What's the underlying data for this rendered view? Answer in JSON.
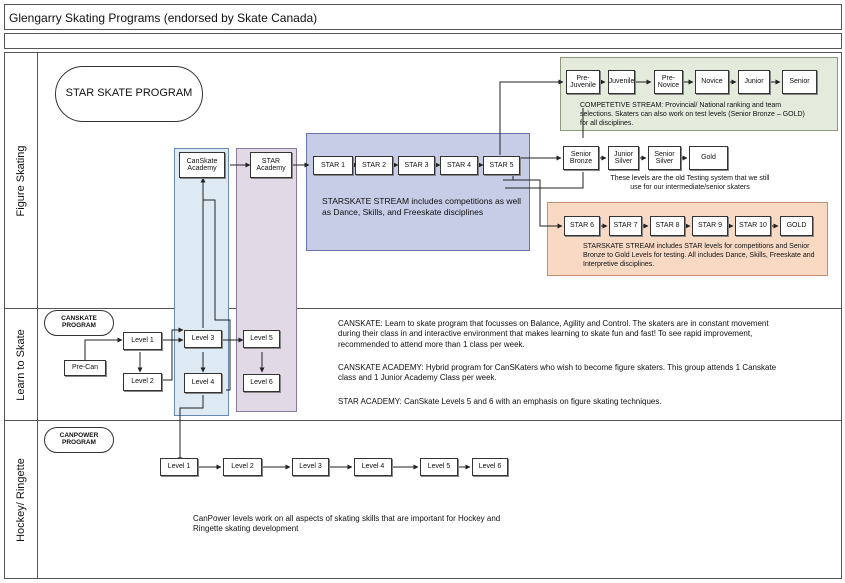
{
  "title": "Glengarry Skating Programs (endorsed by Skate Canada)",
  "lanes": {
    "figure": "Figure Skating",
    "learn": "Learn to Skate",
    "hockey": "Hockey/ Ringette"
  },
  "star_program": "STAR SKATE PROGRAM",
  "canskate_program": "CANSKATE PROGRAM",
  "canpower_program": "CANPOWER PROGRAM",
  "canskate_academy": "CanSkate Academy",
  "star_academy": "STAR Academy",
  "star_levels": [
    "STAR 1",
    "STAR 2",
    "STAR 3",
    "STAR 4",
    "STAR 5"
  ],
  "starskate_note": "STARSKATE STREAM includes competitions as well as Dance, Skills, and Freeskate disciplines",
  "competitive": [
    "Pre-Juvenile",
    "Juvenile",
    "Pre-Novice",
    "Novice",
    "Junior",
    "Senior"
  ],
  "competitive_note": "COMPETETIVE STREAM: Provincial/ National ranking and team selections. Skaters can also work on test levels (Senior Bronze – GOLD) for all disciplines.",
  "old_tests": [
    "Senior Bronze",
    "Junior Silver",
    "Senior Silver",
    "Gold"
  ],
  "old_tests_note": "These levels are the old Testing system that we still use for our intermediate/senior skaters",
  "star_upper": [
    "STAR 6",
    "STAR 7",
    "STAR 8",
    "STAR 9",
    "STAR 10",
    "GOLD"
  ],
  "star_upper_note": "STARSKATE STREAM includes STAR levels for competitions and Senior Bronze to Gold Levels for testing. All includes Dance, Skills, Freeskate and Interpretive disciplines.",
  "canskate": {
    "precan": "Pre-Can",
    "level1": "Level 1",
    "level2": "Level 2",
    "level3": "Level 3",
    "level4": "Level 4",
    "level5": "Level 5",
    "level6": "Level 6"
  },
  "learn_notes": {
    "canskate": "CANSKATE: Learn to skate program that focusses on Balance, Agility and Control. The skaters are in constant movement during their class in and interactive environment that makes learning to skate fun and fast! To see rapid improvement, recommended to attend more than 1 class per week.",
    "academy": "CANSKATE ACADEMY: Hybrid program for CanSKaters who wish to become figure skaters. This group attends 1 Canskate class and 1 Junior Academy Class per week.",
    "star_academy": "STAR ACADEMY: CanSkate Levels 5 and 6 with an emphasis on figure skating techniques."
  },
  "canpower_levels": [
    "Level 1",
    "Level 2",
    "Level 3",
    "Level 4",
    "Level 5",
    "Level 6"
  ],
  "canpower_note": "CanPower levels work on all aspects of skating skills that are important for Hockey and Ringette skating development",
  "colors": {
    "academy_fill": "#dde9f3",
    "star_academy_fill": "#e2d9e7",
    "starskate_fill": "#c7cde6",
    "competitive_fill": "#e4eadc",
    "upper_fill": "#f7d9c4"
  }
}
